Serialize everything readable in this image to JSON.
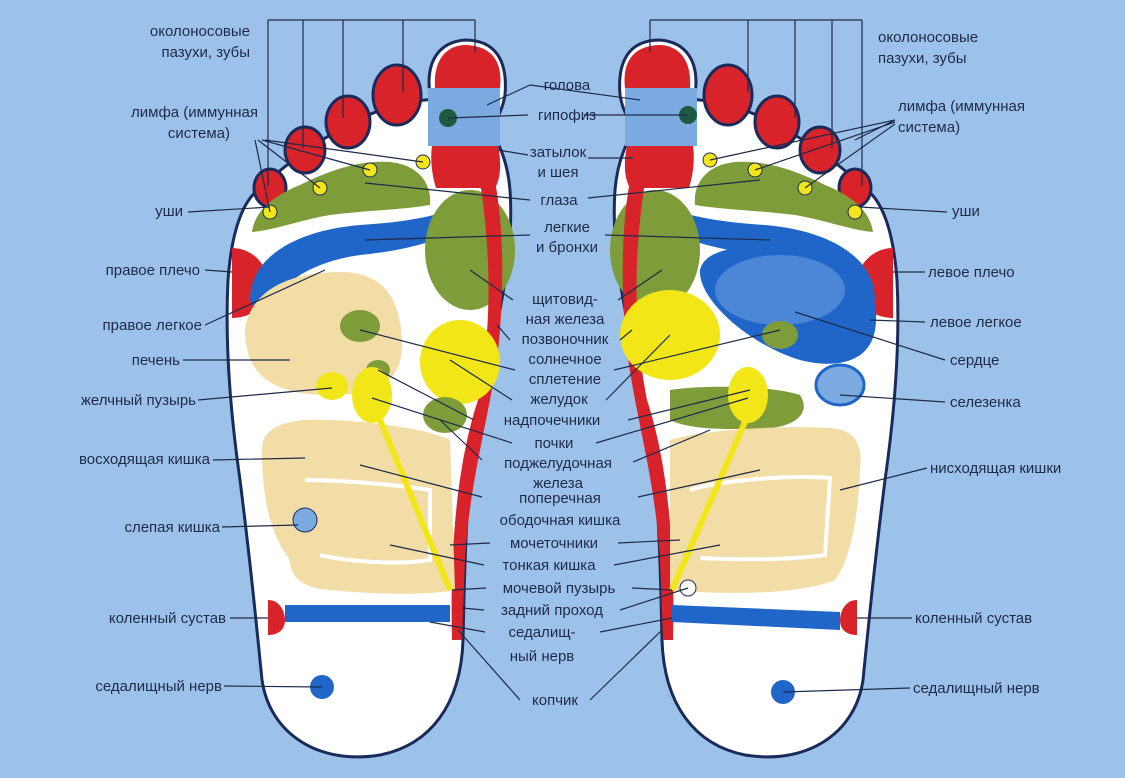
{
  "colors": {
    "background": "#9cc2ea",
    "foot": "#ffffff",
    "outline": "#1a2a5a",
    "red": "#d8232a",
    "blue": "#1f66c8",
    "green": "#7e9c3a",
    "yellow": "#f2e619",
    "tan": "#f3dda7",
    "light_blue": "#7aaae0"
  },
  "labels": {
    "left": {
      "sinuses": [
        "околоносовые",
        "пазухи, зубы"
      ],
      "lymph": [
        "лимфа (иммунная",
        "система)"
      ],
      "ears": "уши",
      "shoulder": "правое плечо",
      "lung": "правое легкое",
      "liver": "печень",
      "gallbladder": "желчный пузырь",
      "colon": "восходящая кишка",
      "cecum": "слепая кишка",
      "knee": "коленный сустав",
      "sciatic": "седалищный нерв"
    },
    "center": {
      "head": "голова",
      "pituitary": "гипофиз",
      "neck": [
        "затылок",
        "и шея"
      ],
      "eyes": "глаза",
      "lungs": [
        "легкие",
        "и бронхи"
      ],
      "thyroid": [
        "щитовид-",
        "ная железа"
      ],
      "spine": "позвоночник",
      "solar": [
        "солнечное",
        "сплетение"
      ],
      "stomach": "желудок",
      "adrenal": "надпочечники",
      "kidneys": "почки",
      "pancreas": [
        "поджелудочная",
        "железа"
      ],
      "transverse": [
        "поперечная",
        "ободочная кишка"
      ],
      "ureters": "мочеточники",
      "small_int": "тонкая кишка",
      "bladder": "мочевой пузырь",
      "anus": "задний проход",
      "sciatic": [
        "седалищ-",
        "ный нерв"
      ],
      "coccyx": "копчик"
    },
    "right": {
      "sinuses": [
        "околоносовые",
        "пазухи, зубы"
      ],
      "lymph": [
        "лимфа (иммунная",
        "система)"
      ],
      "ears": "уши",
      "shoulder": "левое плечо",
      "lung": "левое легкое",
      "heart": "сердце",
      "spleen": "селезенка",
      "colon": "нисходящая кишки",
      "knee": "коленный сустав",
      "sciatic": "седалищный нерв"
    }
  }
}
